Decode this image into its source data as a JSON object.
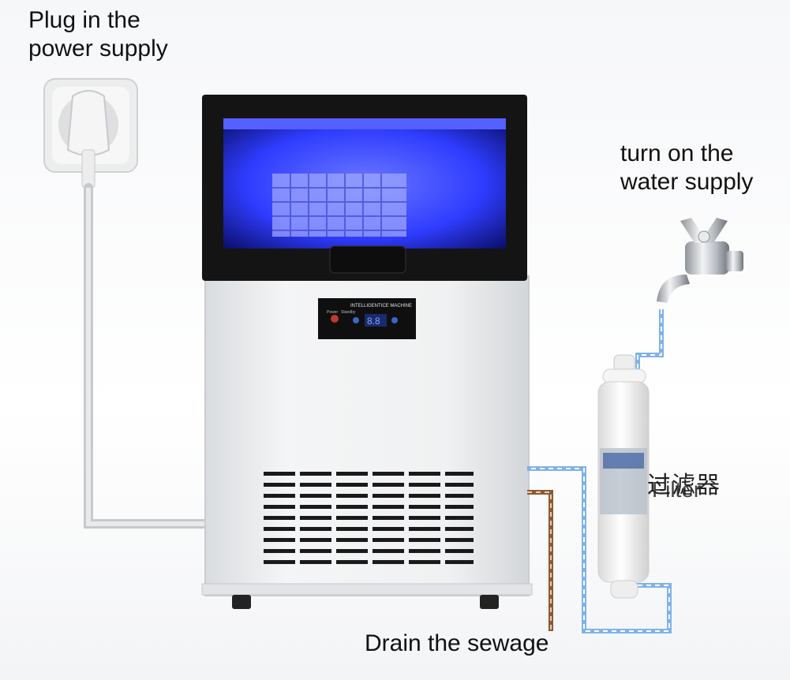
{
  "labels": {
    "power": "Plug in the\npower supply",
    "water": "turn on the\nwater supply",
    "drain": "Drain the sewage",
    "filter_cn": "过滤器",
    "filter_en": "Filter"
  },
  "control_panel": {
    "title": "INTELLIGENTICE MACHINE",
    "power": "Power",
    "standby": "Standby",
    "display": "8.8"
  },
  "colors": {
    "water_line": "#7fb2ea",
    "drain_line": "#8b5a34",
    "power_cord": "#c7c9cc",
    "cabinet": "#eef0f2",
    "top_frame": "#141414",
    "blue_light": "#2f3cff"
  }
}
